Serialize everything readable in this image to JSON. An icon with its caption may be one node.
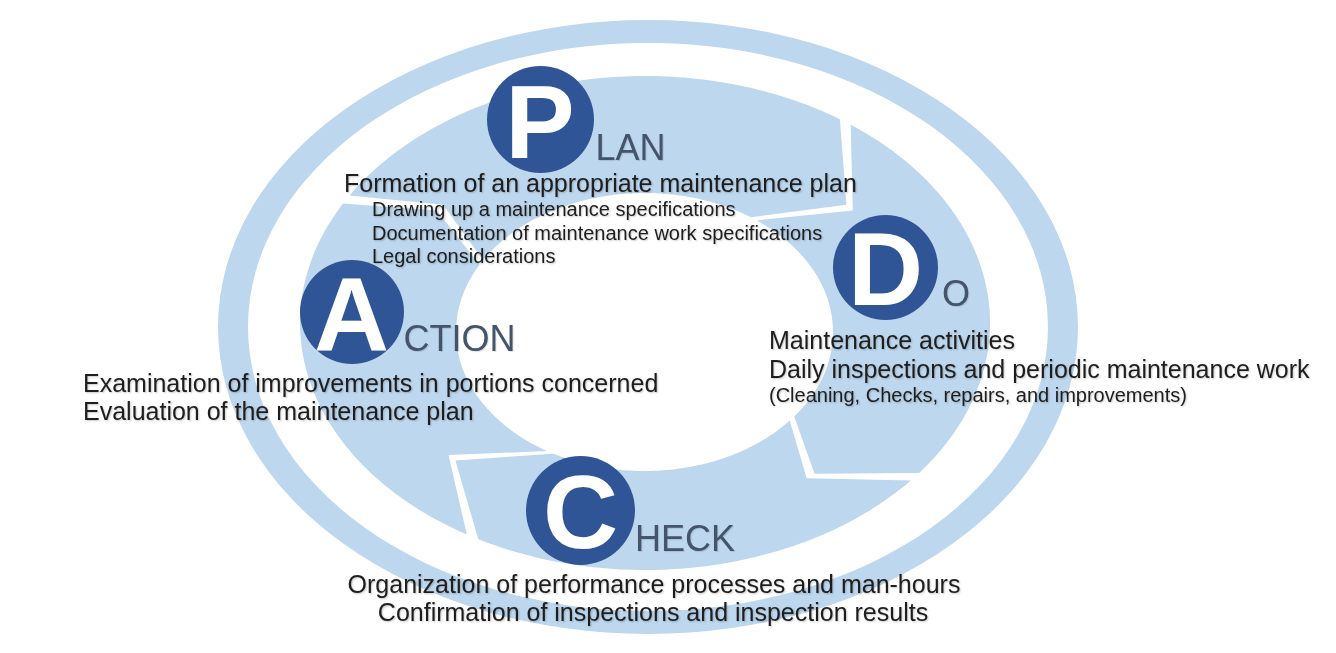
{
  "diagram": {
    "nodes": [
      {
        "text": [
          "P",
          "LAN"
        ],
        "beside": [
          "Formation of an appropriate maintenance plan",
          "Drawing up a maintenance specifications",
          "Documentation of maintenance work specifications",
          "Legal considerations"
        ]
      },
      {
        "text": [
          "D",
          "O"
        ],
        "beside": [
          "Maintenance activities",
          "Daily inspections and periodic maintenance work",
          "(Cleaning, Checks, repairs, and improvements)"
        ]
      },
      {
        "text": [
          "C",
          "HECK"
        ],
        "beside": [
          "Organization of performance processes and man-hours",
          "Confirmation of inspections and inspection results"
        ]
      },
      {
        "text": [
          "A",
          "CTION"
        ],
        "beside": [
          "Examination of improvements in portions concerned",
          "Evaluation of the maintenance plan"
        ]
      }
    ]
  }
}
